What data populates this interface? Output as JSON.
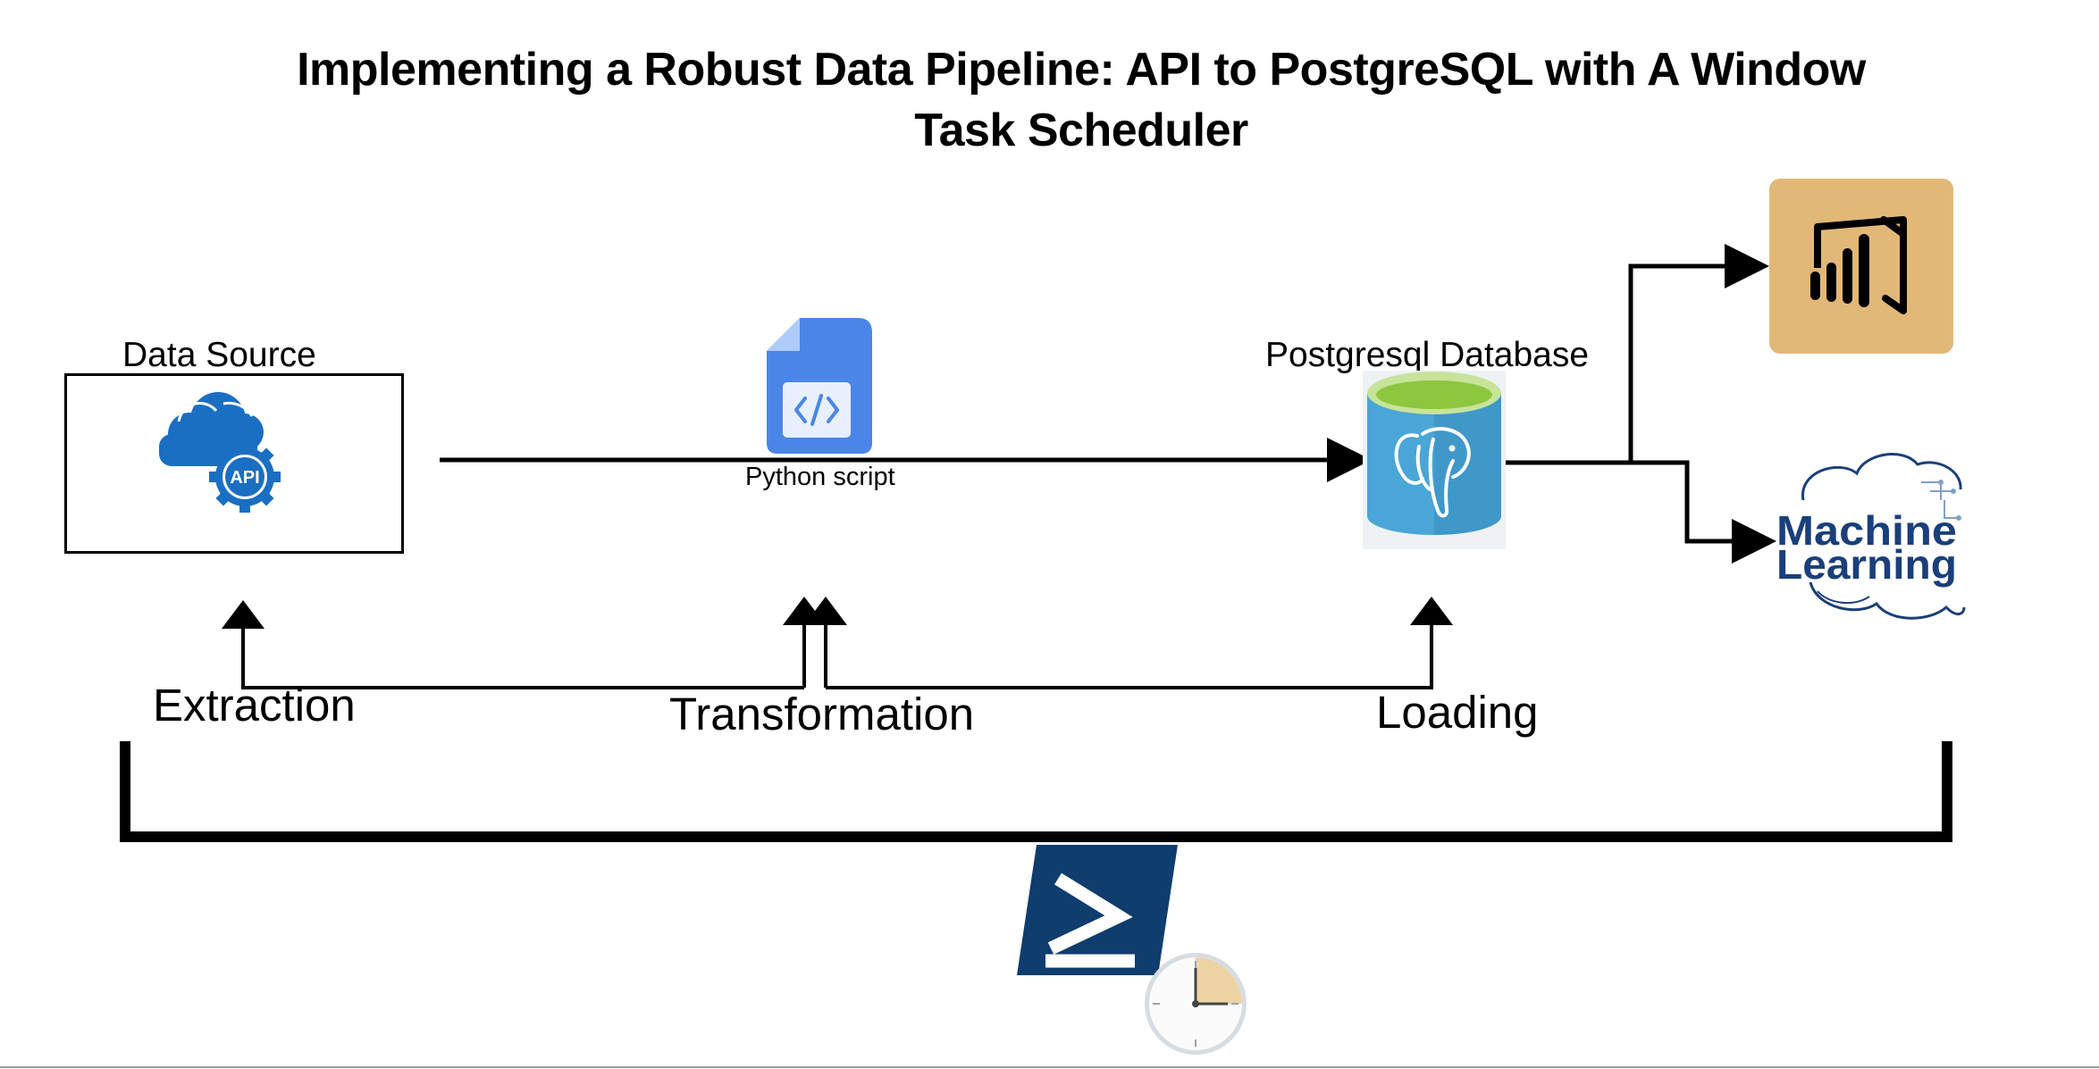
{
  "title": {
    "line1": "Implementing a Robust Data Pipeline: API to PostgreSQL with A Window",
    "line2": "Task Scheduler"
  },
  "nodes": {
    "data_source": {
      "label": "Data Source",
      "icon": "api-cloud-icon"
    },
    "python_script": {
      "label": "Python script",
      "icon": "code-file-icon"
    },
    "database": {
      "label": "Postgresql Database",
      "icon": "postgresql-database-icon"
    },
    "power_bi": {
      "icon": "power-bi-icon"
    },
    "machine_learning": {
      "line1": "Machine",
      "line2": "Learning",
      "icon": "machine-learning-icon"
    },
    "scheduler": {
      "icon": "powershell-task-scheduler-icon"
    }
  },
  "api_icon_text": "API",
  "stages": {
    "extraction": "Extraction",
    "transformation": "Transformation",
    "loading": "Loading"
  },
  "colors": {
    "api_blue": "#1a6fc2",
    "script_blue": "#4a86e8",
    "postgres_blue": "#4aa6d6",
    "postgres_green": "#8dc63f",
    "power_bi_tile": "#e2b878",
    "powershell_blue": "#0e3d6e",
    "ml_blue": "#1a3f7a"
  }
}
